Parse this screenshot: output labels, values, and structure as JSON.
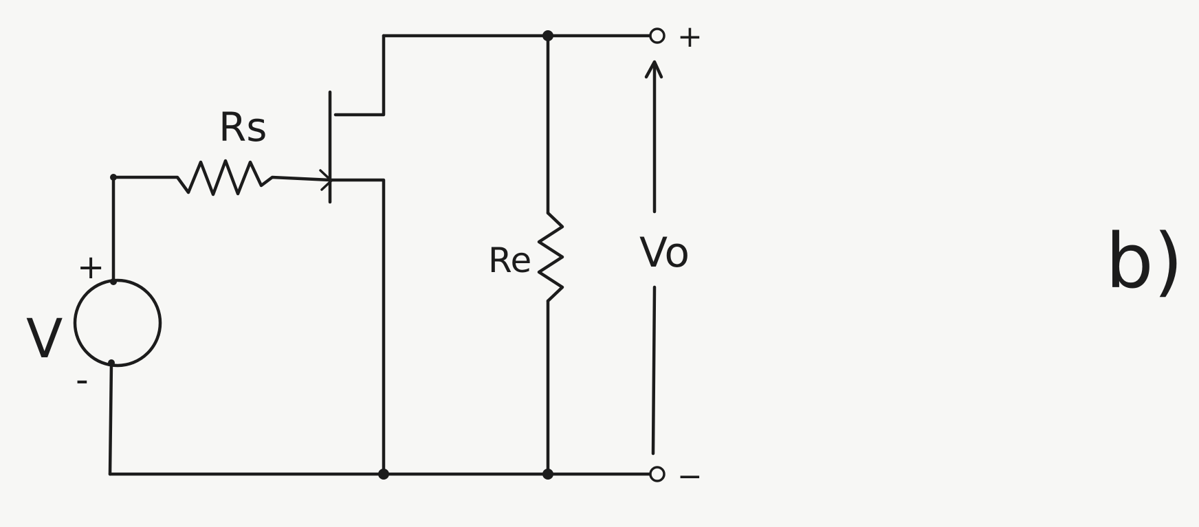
{
  "labels": {
    "source_resistor": "Rs",
    "load_resistor": "Re",
    "source": "V",
    "source_plus": "+",
    "source_minus": "-",
    "output_voltage": "Vo",
    "output_plus": "+",
    "output_minus": "−",
    "figure_tag": "b)"
  },
  "colors": {
    "ink": "#1c1c1c",
    "paper": "#f7f7f5"
  }
}
